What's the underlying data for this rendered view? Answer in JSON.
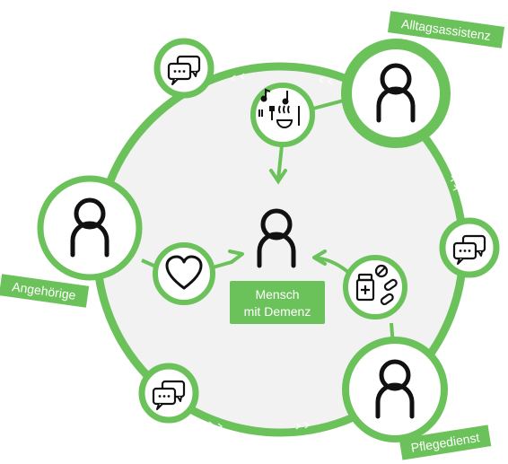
{
  "colors": {
    "accent": "#6cc25a",
    "ring_fill": "#f2f2f2",
    "icon_stroke": "#111111",
    "label_text": "#ffffff"
  },
  "center": {
    "icon": "person-icon",
    "label_line1": "Mensch",
    "label_line2": "mit Demenz"
  },
  "roles": {
    "alltag": {
      "label": "Alltagsassistenz",
      "icon": "person-icon"
    },
    "angehoerige": {
      "label": "Angehörige",
      "icon": "person-icon"
    },
    "pflege": {
      "label": "Pflegedienst",
      "icon": "person-icon"
    }
  },
  "activities": {
    "alltag": {
      "icon": "music-and-meal-icon"
    },
    "angehoerige": {
      "icon": "heart-icon"
    },
    "pflege": {
      "icon": "medication-icon"
    }
  },
  "communication_icons": [
    "chat-bubbles-icon",
    "chat-bubbles-icon",
    "chat-bubbles-icon"
  ]
}
